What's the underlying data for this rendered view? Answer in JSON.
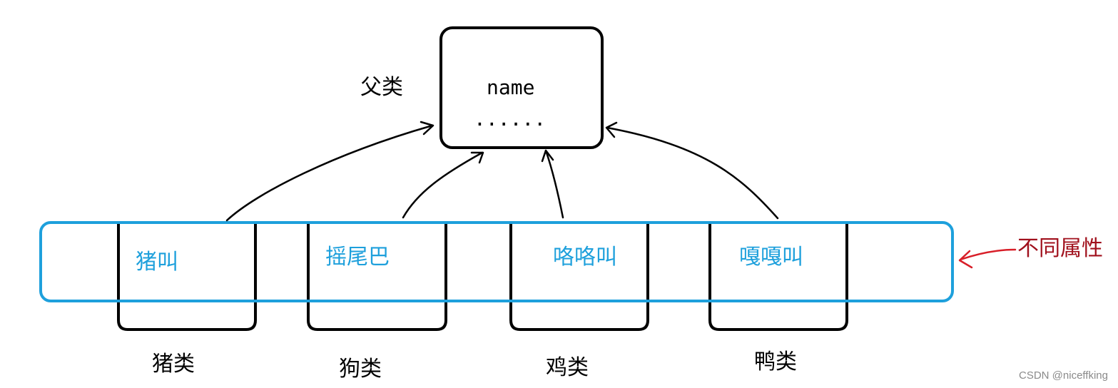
{
  "parent": {
    "label": "父类",
    "field": "name",
    "ellipsis": "......"
  },
  "children": [
    {
      "class_label": "猪类",
      "behavior": "猪叫"
    },
    {
      "class_label": "狗类",
      "behavior": "摇尾巴"
    },
    {
      "class_label": "鸡类",
      "behavior": "咯咯叫"
    },
    {
      "class_label": "鸭类",
      "behavior": "嘎嘎叫"
    }
  ],
  "group_annotation": "不同属性",
  "watermark": "CSDN @niceffking",
  "colors": {
    "outline": "#000000",
    "group_frame": "#1ea0dc",
    "behavior_text": "#1ea0dc",
    "annotation": "#a0101c",
    "annotation_arrow": "#d81e28"
  }
}
